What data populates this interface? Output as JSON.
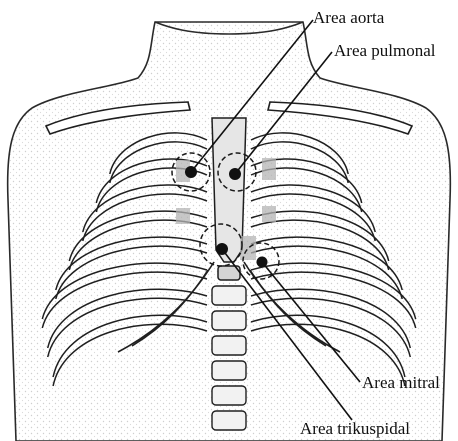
{
  "figure": {
    "labels": {
      "aorta": "Area aorta",
      "pulmonal": "Area pulmonal",
      "mitral": "Area mitral",
      "trikuspidal": "Area trikuspidal"
    }
  },
  "colors": {
    "ink": "#1a1a1a",
    "shading": "#c8c8c8",
    "background": "#ffffff"
  }
}
